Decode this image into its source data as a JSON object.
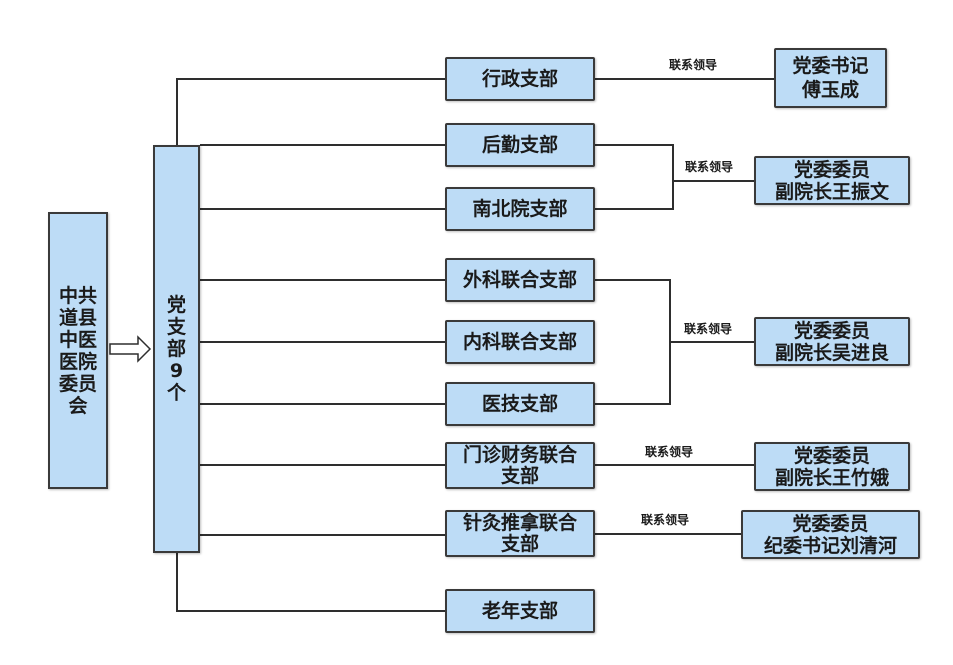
{
  "root": {
    "label": "中共\n道县\n中医\n医院\n委员\n会"
  },
  "party_branches": {
    "label": "党\n支\n部\n9\n个"
  },
  "branches": [
    {
      "label": "行政支部"
    },
    {
      "label": "后勤支部"
    },
    {
      "label": "南北院支部"
    },
    {
      "label": "外科联合支部"
    },
    {
      "label": "内科联合支部"
    },
    {
      "label": "医技支部"
    },
    {
      "label": "门诊财务联合\n支部"
    },
    {
      "label": "针灸推拿联合\n支部"
    },
    {
      "label": "老年支部"
    }
  ],
  "leaders": [
    {
      "label": "党委书记\n傅玉成"
    },
    {
      "label": "党委委员\n副院长王振文"
    },
    {
      "label": "党委委员\n副院长吴进良"
    },
    {
      "label": "党委委员\n副院长王竹娥"
    },
    {
      "label": "党委委员\n纪委书记刘清河"
    }
  ],
  "link_labels": [
    "联系领导",
    "联系领导",
    "联系领导",
    "联系领导",
    "联系领导"
  ]
}
